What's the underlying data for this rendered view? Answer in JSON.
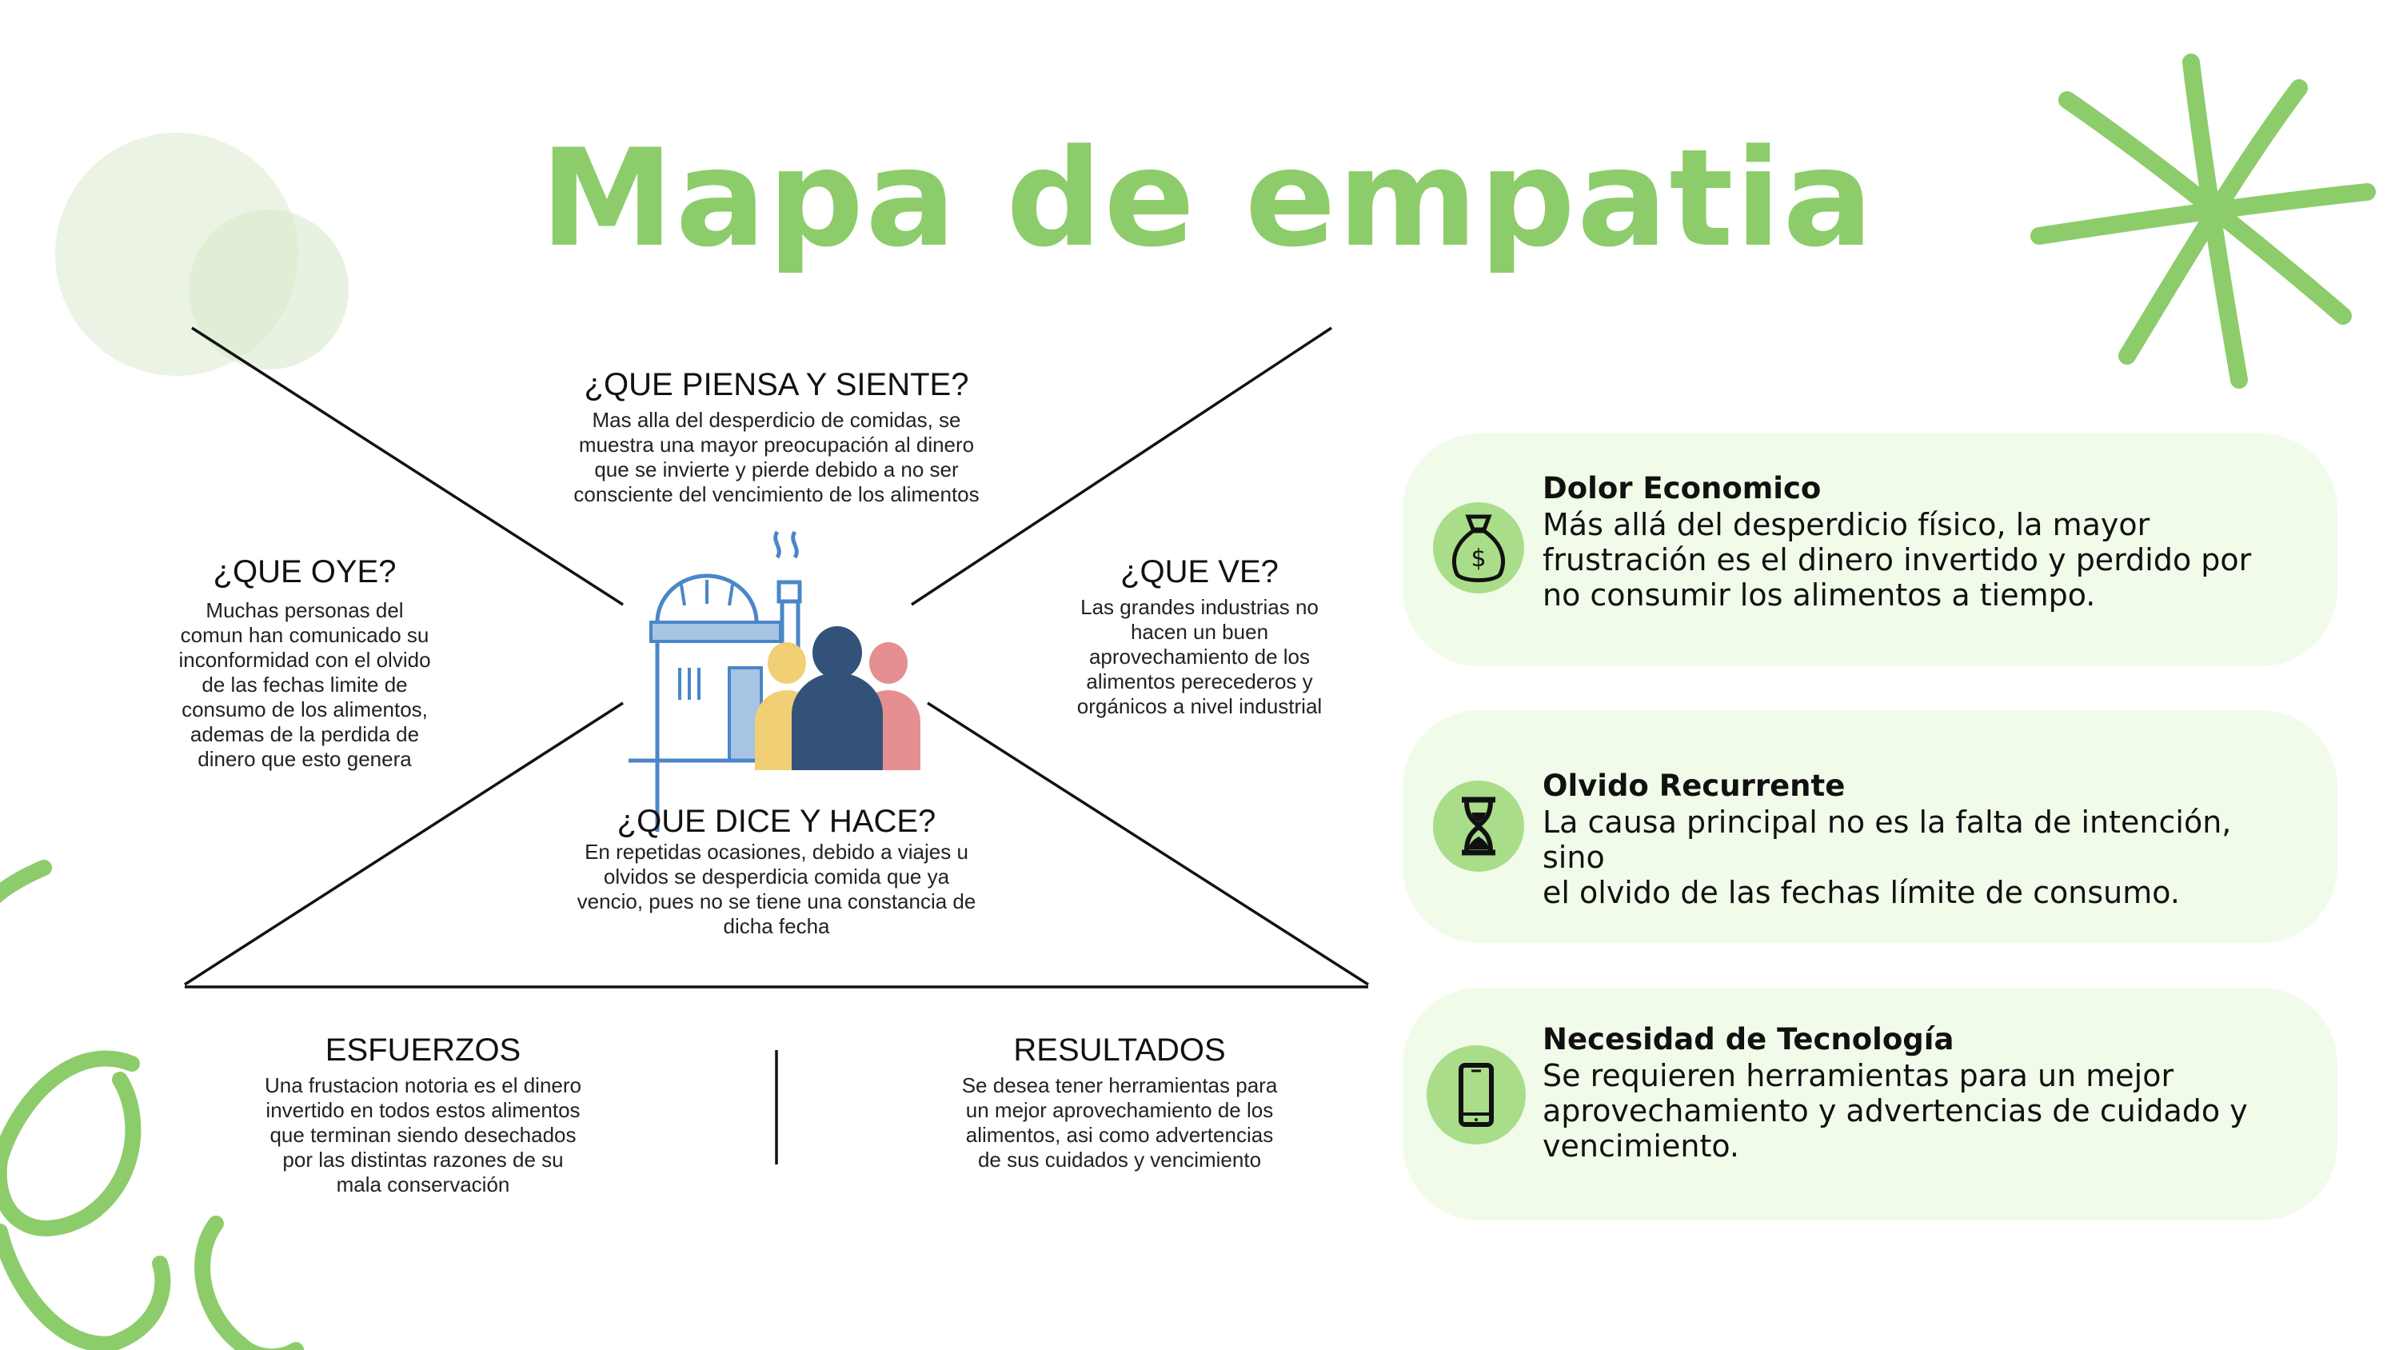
{
  "title": "Mapa de empatia",
  "sections": {
    "piensa": {
      "heading": "¿QUE PIENSA Y SIENTE?",
      "lines": [
        "Mas alla del desperdicio de comidas, se",
        "muestra una mayor preocupación al dinero",
        "que se invierte y pierde debido a no ser",
        "consciente del vencimiento de los alimentos"
      ]
    },
    "oye": {
      "heading": "¿QUE OYE?",
      "lines": [
        "Muchas personas del",
        "comun han comunicado su",
        "inconformidad con el olvido",
        "de las fechas limite de",
        "consumo de los alimentos,",
        "ademas de la perdida de",
        "dinero que esto genera"
      ]
    },
    "ve": {
      "heading": "¿QUE VE?",
      "lines": [
        "Las grandes industrias no",
        "hacen un buen",
        "aprovechamiento de los",
        "alimentos perecederos y",
        "orgánicos a nivel industrial"
      ]
    },
    "dice": {
      "heading": "¿QUE DICE Y HACE?",
      "lines": [
        "En repetidas ocasiones, debido a viajes u",
        "olvidos se desperdicia comida que ya",
        "vencio, pues no se tiene una constancia de",
        "dicha fecha"
      ]
    },
    "esfuerzos": {
      "heading": "ESFUERZOS",
      "lines": [
        "Una frustacion notoria es el dinero",
        "invertido en todos estos alimentos",
        "que terminan siendo desechados",
        "por las distintas razones de su",
        "mala conservación"
      ]
    },
    "resultados": {
      "heading": "RESULTADOS",
      "lines": [
        "Se desea tener herramientas para",
        "un mejor aprovechamiento de los",
        "alimentos, asi como advertencias",
        "de sus cuidados y vencimiento"
      ]
    }
  },
  "cards": [
    {
      "icon": "money-bag-icon",
      "title": "Dolor Economico",
      "lines": [
        "Más allá del desperdicio físico, la mayor",
        "frustración es el dinero invertido y perdido por",
        "no consumir los alimentos a tiempo."
      ]
    },
    {
      "icon": "hourglass-icon",
      "title": "Olvido Recurrente",
      "lines": [
        "La causa principal no es la falta de intención, sino",
        "el olvido de las fechas límite de consumo."
      ]
    },
    {
      "icon": "smartphone-icon",
      "title": "Necesidad de Tecnología",
      "lines": [
        "Se requieren herramientas para un mejor",
        "aprovechamiento y advertencias de cuidado y",
        "vencimiento."
      ]
    }
  ],
  "colors": {
    "accent": "#8dcc6b",
    "card_bg": "#f1fbea",
    "icon_bg": "#a9dd8a"
  }
}
